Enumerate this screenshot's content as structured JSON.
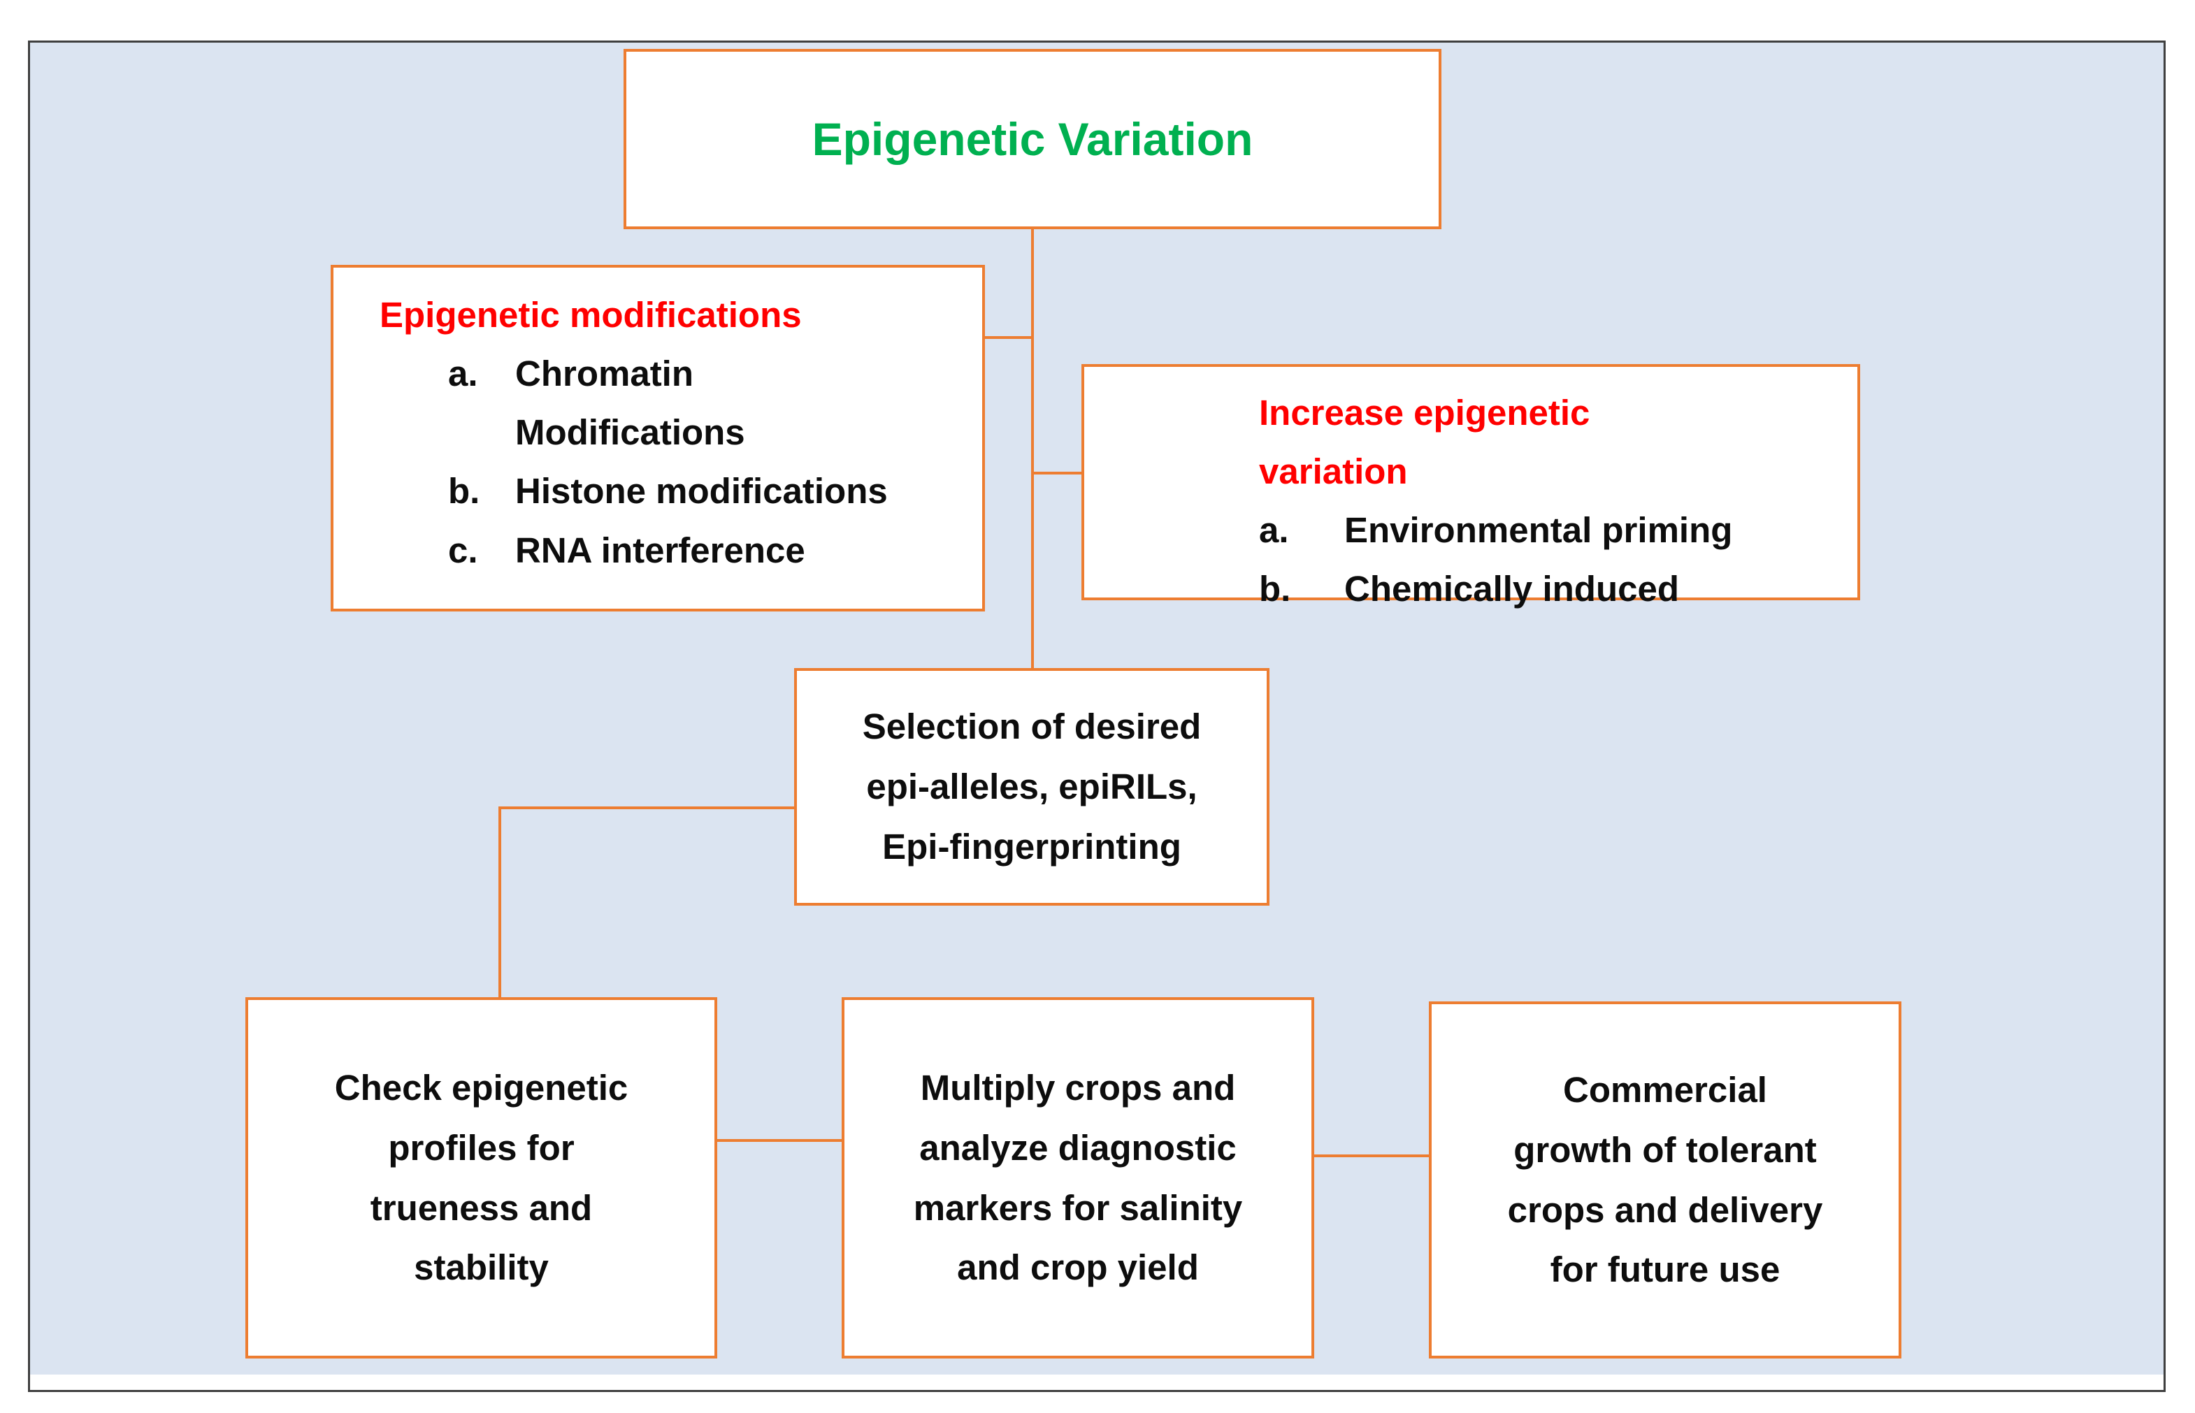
{
  "colors": {
    "background": "#dbe4f1",
    "box_fill": "#ffffff",
    "box_border": "#ED7D31",
    "frame_border": "#3f3f3f",
    "title_green": "#00B050",
    "heading_red": "#FF0000",
    "text_black": "#0d0d0d"
  },
  "boxes": {
    "title": {
      "text": "Epigenetic Variation"
    },
    "modifications": {
      "heading": "Epigenetic modifications",
      "items": [
        {
          "marker": "a.",
          "text": "Chromatin\nModifications"
        },
        {
          "marker": "b.",
          "text": "Histone modifications"
        },
        {
          "marker": "c.",
          "text": "RNA interference"
        }
      ]
    },
    "increase": {
      "heading": "Increase epigenetic\nvariation",
      "items": [
        {
          "marker": "a.",
          "text": "Environmental priming"
        },
        {
          "marker": "b.",
          "text": "Chemically induced"
        }
      ]
    },
    "selection": {
      "text": "Selection of desired\nepi-alleles, epiRILs,\nEpi-fingerprinting"
    },
    "check": {
      "text": "Check epigenetic\nprofiles for\ntrueness and\nstability"
    },
    "multiply": {
      "text": "Multiply crops and\nanalyze diagnostic\nmarkers for salinity\nand crop yield"
    },
    "commercial": {
      "text": "Commercial\ngrowth of tolerant\ncrops and delivery\nfor future use"
    }
  }
}
